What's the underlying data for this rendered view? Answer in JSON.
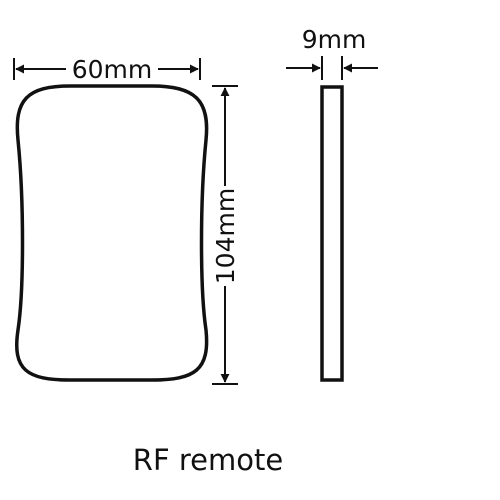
{
  "dimensions": {
    "width_label": "60mm",
    "height_label": "104mm",
    "thickness_label": "9mm"
  },
  "caption": "RF remote",
  "colors": {
    "line": "#111111",
    "background": "#ffffff"
  }
}
